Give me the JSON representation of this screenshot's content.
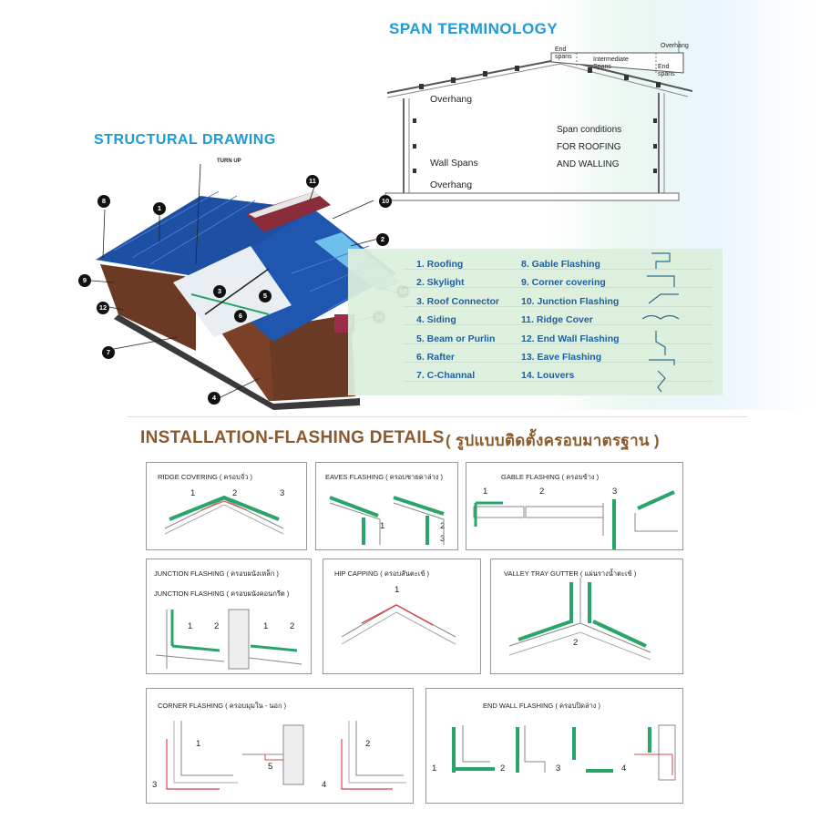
{
  "span": {
    "title": "SPAN TERMINOLOGY",
    "overhang_top": "Overhang",
    "wall_spans": "Wall Spans",
    "overhang_bottom": "Overhang",
    "conditions": [
      "Span conditions",
      "FOR ROOFING",
      "AND WALLING"
    ],
    "end_spans_left": [
      "End",
      "spans"
    ],
    "intermediate": [
      "Intermediate",
      "Spans"
    ],
    "end_spans_right": [
      "End",
      "spans"
    ],
    "overhang_tag": "Overhang"
  },
  "structural": {
    "title": "STRUCTURAL DRAWING",
    "turn_up": "TURN UP",
    "callouts": [
      "1",
      "2",
      "3",
      "4",
      "5",
      "6",
      "7",
      "8",
      "9",
      "10",
      "11",
      "12",
      "13",
      "14"
    ]
  },
  "legend": {
    "left": [
      "1. Roofing",
      "2. Skylight",
      "3. Roof Connector",
      "4. Siding",
      "5. Beam or Purlin",
      "6. Rafter",
      "7. C-Channal"
    ],
    "right": [
      "8. Gable Flashing",
      "9. Corner covering",
      "10. Junction Flashing",
      "11. Ridge Cover",
      "12. End Wall Flashing",
      "13. Eave Flashing",
      "14. Louvers"
    ]
  },
  "installation": {
    "title": "INSTALLATION-FLASHING DETAILS",
    "title_th": "( รูปแบบติดตั้งครอบมาตรฐาน )",
    "boxes": {
      "ridge": {
        "label": "RIDGE  COVERING  ( ครอบจั่ว )",
        "nums": [
          "1",
          "2",
          "3"
        ]
      },
      "eaves": {
        "label": "EAVES  FLASHING  ( ครอบชายคาล่าง )",
        "nums": [
          "1",
          "2",
          "3"
        ]
      },
      "gable": {
        "label": "GABLE FLASHING  ( ครอบข้าง )",
        "nums": [
          "1",
          "2",
          "3"
        ]
      },
      "junction": {
        "label1": "JUNCTION FLASHING  ( ครอบผนังเหล็ก )",
        "label2": "JUNCTION FLASHING  ( ครอบผนังคอนกรีต )",
        "nums": [
          "1",
          "2",
          "1",
          "2"
        ]
      },
      "hip": {
        "label": "HIP  CAPPING  ( ครอบสันตะเข้ )",
        "nums": [
          "1"
        ]
      },
      "valley": {
        "label": "VALLEY TRAY GUTTER  ( แผ่นรางน้ำตะเข้ )",
        "nums": [
          "2"
        ]
      },
      "corner": {
        "label": "CORNER  FLASHING ( ครอบมุมใน - นอก )",
        "nums": [
          "1",
          "2",
          "3",
          "4",
          "5"
        ]
      },
      "endwall": {
        "label": "END WALL FLASHING  ( ครอบปิดล่าง )",
        "nums": [
          "1",
          "2",
          "3",
          "4"
        ]
      }
    }
  },
  "colors": {
    "accent_blue": "#1e9bd7",
    "roof_blue": "#1d4fa3",
    "flash_green": "#2aa56a",
    "brown_title": "#8a5a2e",
    "siding_brown": "#6b3a24"
  }
}
